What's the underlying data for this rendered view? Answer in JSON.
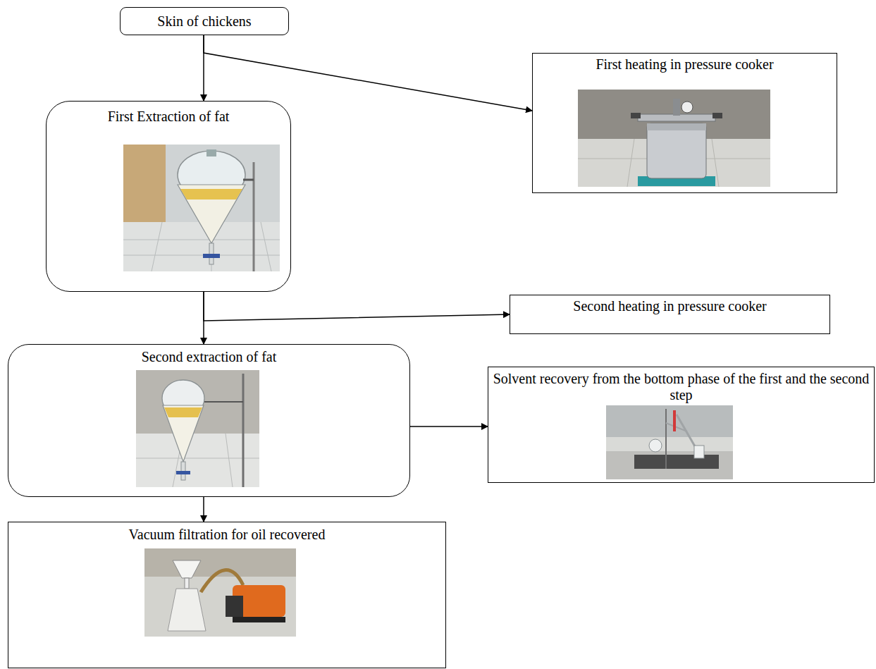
{
  "diagram": {
    "nodes": [
      {
        "text": [
          "Skin of chickens"
        ]
      },
      {
        "text": [
          "First Extraction of fat"
        ]
      },
      {
        "text": [
          "First heating in pressure cooker"
        ]
      },
      {
        "text": [
          "Second heating in pressure cooker"
        ]
      },
      {
        "text": [
          "Second extraction of fat"
        ]
      },
      {
        "text": [
          "Solvent recovery from the bottom phase of the first and the second step"
        ]
      },
      {
        "text": [
          "Vacuum filtration for oil recovered"
        ]
      }
    ],
    "edges": [
      {
        "from": 0,
        "to": 1,
        "arrow": "to"
      },
      {
        "from": 0,
        "to": 2,
        "arrow": "to"
      },
      {
        "from": 1,
        "to": 4,
        "arrow": "to"
      },
      {
        "from": 1,
        "to": 3,
        "arrow": "to"
      },
      {
        "from": 4,
        "to": 5,
        "arrow": "to"
      },
      {
        "from": 4,
        "to": 6,
        "arrow": "to"
      }
    ]
  }
}
